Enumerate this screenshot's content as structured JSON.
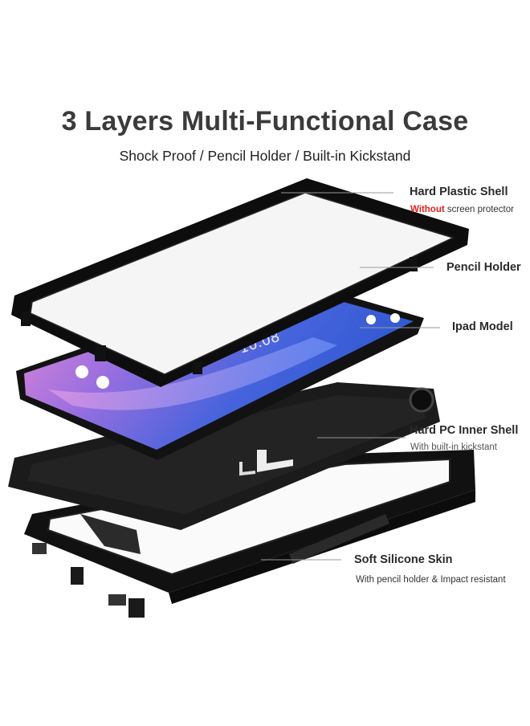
{
  "title": "3 Layers Multi-Functional Case",
  "subtitle": "Shock Proof / Pencil Holder / Built-in Kickstand",
  "callouts": {
    "hard_shell": {
      "label": "Hard Plastic Shell",
      "note_highlight": "Without",
      "note_rest": " screen protector"
    },
    "pencil_holder": {
      "label": "Pencil Holder"
    },
    "ipad_model": {
      "label": "Ipad Model"
    },
    "inner_shell": {
      "label": "Hard PC Inner Shell",
      "note": "With built-in kickstant"
    },
    "silicone_skin": {
      "label": "Soft Silicone Skin",
      "note": "With pencil holder & Impact resistant"
    }
  },
  "screen": {
    "clock": "10:08"
  },
  "colors": {
    "case": "#141414",
    "accent": "#e02020",
    "screen_blue": "#3a5fd8",
    "screen_pink": "#e07ad0"
  }
}
